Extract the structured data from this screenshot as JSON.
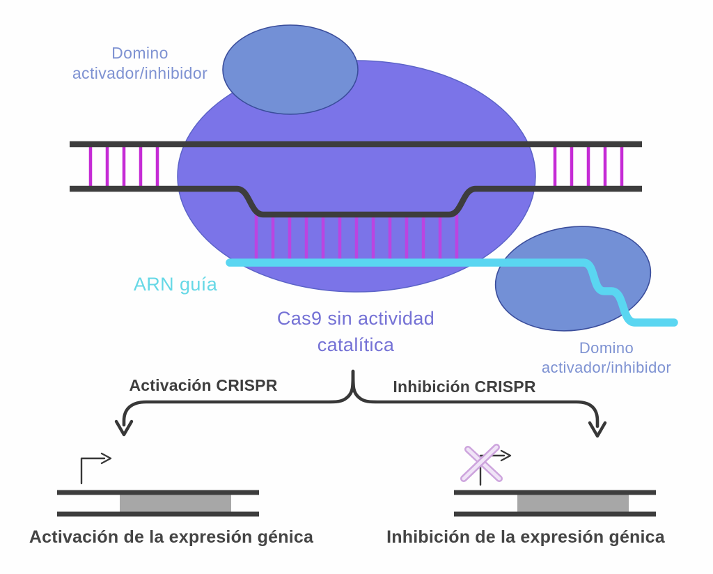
{
  "diagram": {
    "domain_top": {
      "line1": "Domino",
      "line2": "activador/inhibidor"
    },
    "guide_rna_label": "ARN guía",
    "cas9_label": {
      "line1": "Cas9 sin actividad",
      "line2": "catalítica"
    },
    "domain_bottom": {
      "line1": "Domino",
      "line2": "activador/inhibidor"
    },
    "branch_left_label": "Activación CRISPR",
    "branch_right_label": "Inhibición CRISPR",
    "outcome_left_label": "Activación de la expresión génica",
    "outcome_right_label": "Inhibición de la expresión génica"
  },
  "colors": {
    "cas9_body": "#7b74e8",
    "cas9_border": "#5c63c8",
    "domain_body": "#7390d6",
    "domain_border": "#3a4d9b",
    "dna_strand": "#3d3d3d",
    "base_pair": "#c52bd5",
    "base_pair_middle": "#bb44e0",
    "guide_rna": "#5ad6f1",
    "guide_rna_text": "#66d8e6",
    "cas9_text": "#7471d5",
    "domain_text": "#7e92d2",
    "dark_text": "#444444",
    "gene_box": "#a7a7a7",
    "fork_arrow": "#383838",
    "cross_outline": "#cda4dd",
    "cross_inner": "#f0e4f7"
  }
}
